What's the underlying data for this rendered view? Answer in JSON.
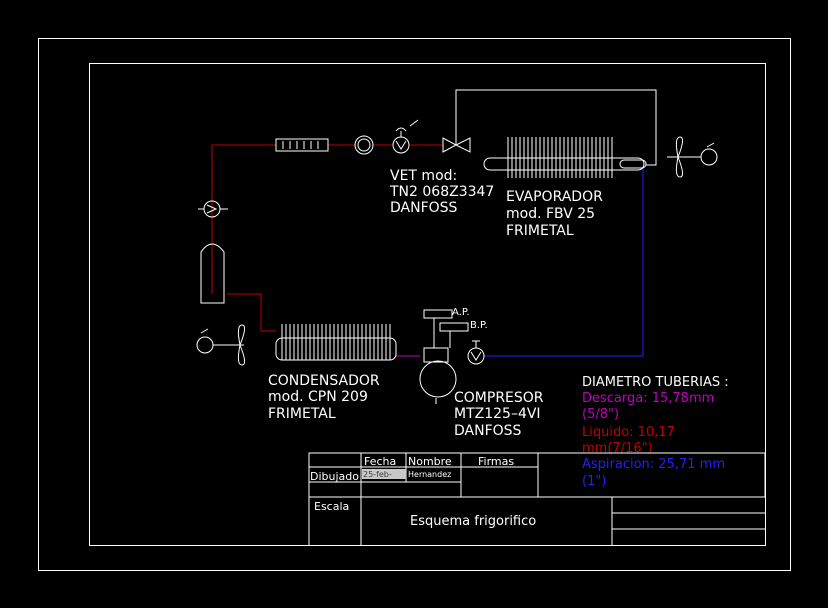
{
  "colors": {
    "background": "#000000",
    "line": "#ffffff",
    "liquid_line": "#c00000",
    "suction_line": "#2020ff",
    "discharge_line": "#c000c0"
  },
  "valve": {
    "line1": "VET mod:",
    "line2": "TN2  068Z3347",
    "line3": "DANFOSS"
  },
  "evaporator": {
    "line1": "EVAPORADOR",
    "line2": "mod.  FBV  25",
    "line3": "FRIMETAL"
  },
  "condenser": {
    "line1": "CONDENSADOR",
    "line2": "mod.  CPN  209",
    "line3": "FRIMETAL"
  },
  "compressor": {
    "line1": "COMPRESOR",
    "line2": "MTZ125–4VI",
    "line3": "DANFOSS",
    "ap": "A.P.",
    "bp": "B.P."
  },
  "pipes": {
    "title": "DIAMETRO  TUBERIAS  :",
    "descarga_1": "Descarga:  15,78mm",
    "descarga_2": "(5/8\")",
    "liquido_1": "Liquido:  10,17",
    "liquido_2": "mm(7/16\")",
    "aspiracion_1": "Aspiracion:  25,71  mm",
    "aspiracion_2": "(1\")"
  },
  "title_block": {
    "fecha": "Fecha",
    "nombre": "Nombre",
    "firmas": "Firmas",
    "dibujado": "Dibujado",
    "date_value": "25-feb-",
    "name_value": "Hernandez",
    "escala": "Escala",
    "title": "Esquema  frigorifico"
  }
}
